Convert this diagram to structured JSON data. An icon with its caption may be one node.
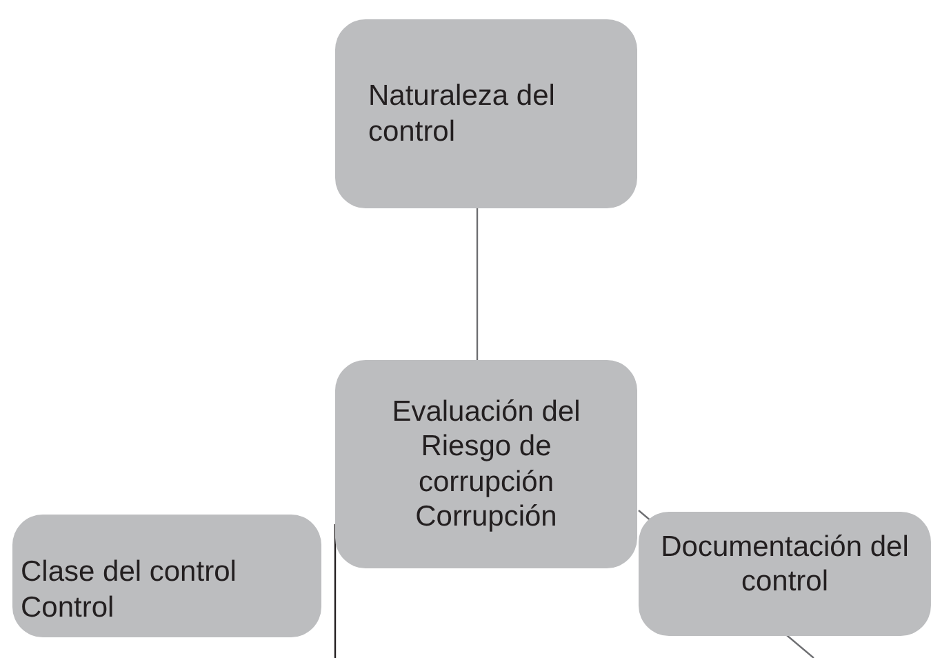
{
  "diagram": {
    "nodes": [
      {
        "text": [
          "Naturaleza del control"
        ]
      },
      {
        "text": [
          "Evaluación del Riesgo de corrupción Corrupción"
        ]
      },
      {
        "text": [
          "Clase del control Control"
        ]
      },
      {
        "text": [
          "Documentación del control"
        ]
      }
    ],
    "edges": [
      {
        "from": 0,
        "to": 1,
        "arrow": "none"
      },
      {
        "from": 1,
        "to": null,
        "arrow": "none"
      }
    ]
  }
}
